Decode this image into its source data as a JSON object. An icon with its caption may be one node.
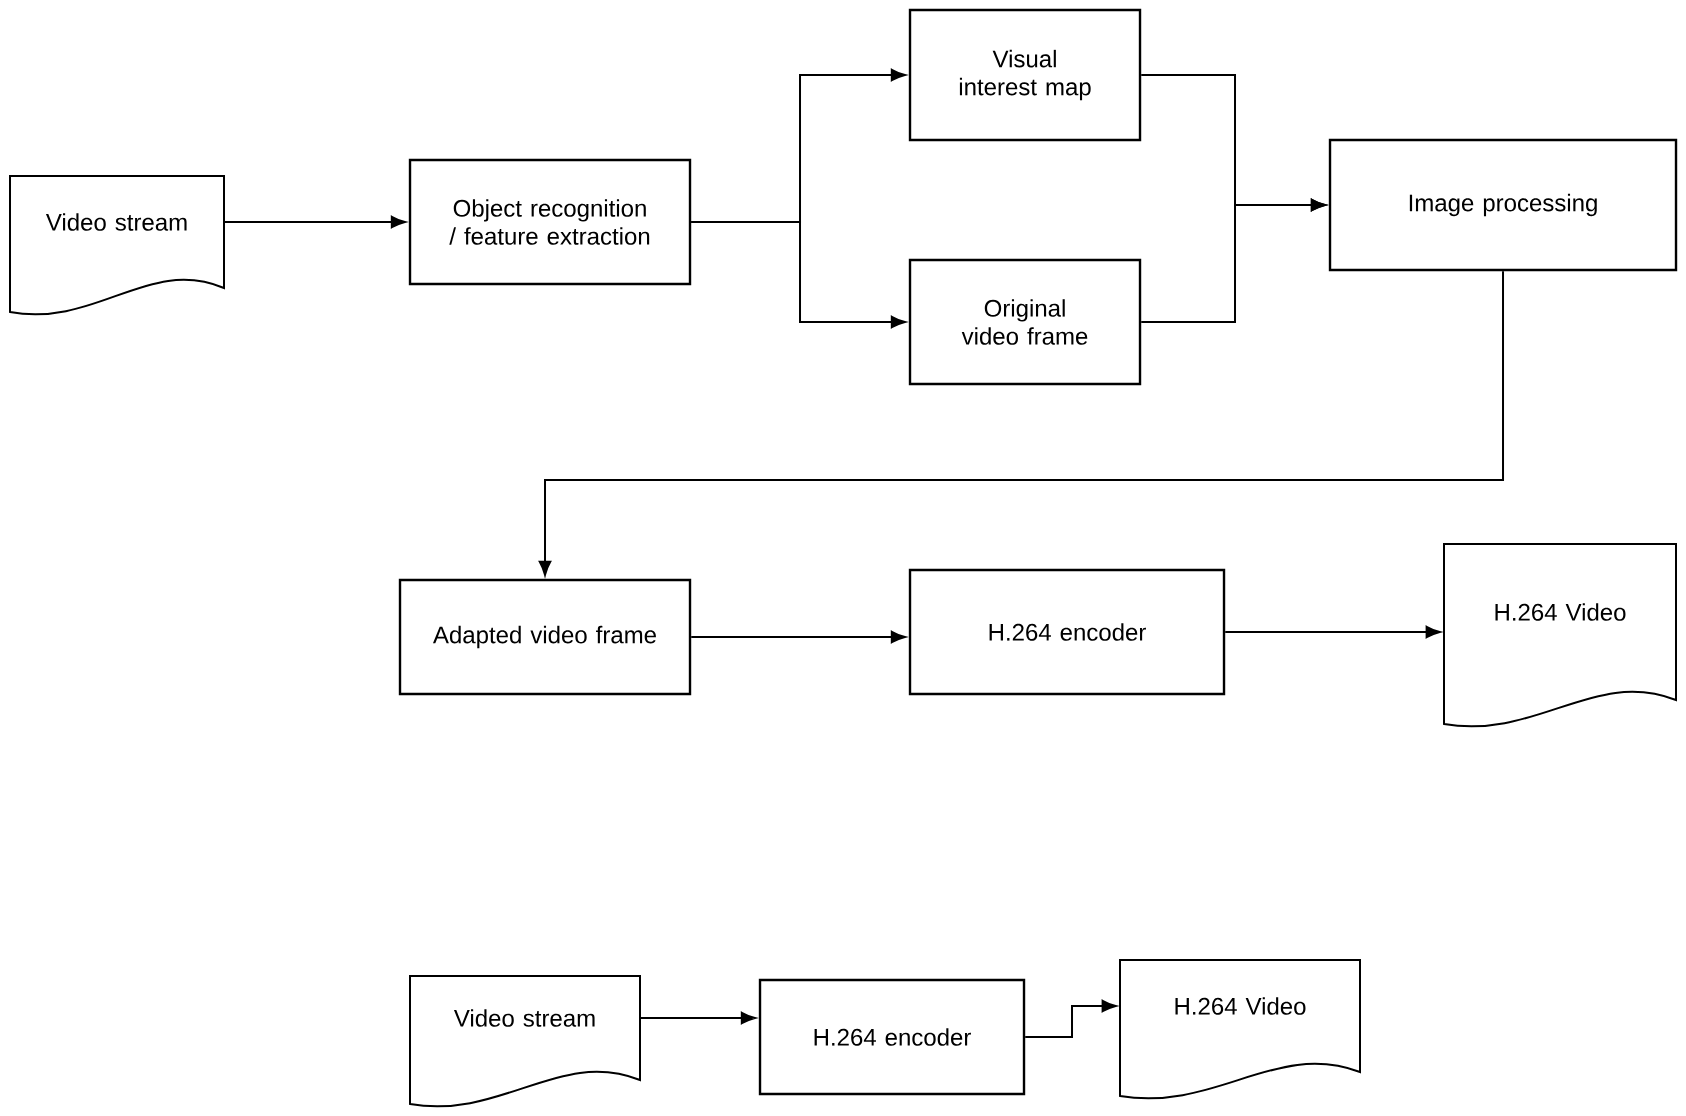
{
  "diagram": {
    "nodes": [
      {
        "text": [
          "Video stream"
        ]
      },
      {
        "text": [
          "Object recognition / feature extraction"
        ]
      },
      {
        "text": [
          "Visual interest map"
        ]
      },
      {
        "text": [
          "Original video frame"
        ]
      },
      {
        "text": [
          "Image processing"
        ]
      },
      {
        "text": [
          "Adapted video frame"
        ]
      },
      {
        "text": [
          "H.264 encoder"
        ]
      },
      {
        "text": [
          "H.264 Video"
        ]
      },
      {
        "text": [
          "Video stream"
        ]
      },
      {
        "text": [
          "H.264 encoder"
        ]
      },
      {
        "text": [
          "H.264 Video"
        ]
      }
    ],
    "edges": [
      {
        "from": 0,
        "to": 1,
        "arrow": "to"
      },
      {
        "from": 1,
        "to": 2,
        "arrow": "to"
      },
      {
        "from": 1,
        "to": 3,
        "arrow": "to"
      },
      {
        "from": 2,
        "to": 4,
        "arrow": "to"
      },
      {
        "from": 3,
        "to": 4,
        "arrow": "to"
      },
      {
        "from": 4,
        "to": 5,
        "arrow": "to"
      },
      {
        "from": 5,
        "to": 6,
        "arrow": "to"
      },
      {
        "from": 6,
        "to": 7,
        "arrow": "to"
      },
      {
        "from": 8,
        "to": 9,
        "arrow": "to"
      },
      {
        "from": 9,
        "to": 10,
        "arrow": "to"
      }
    ]
  }
}
